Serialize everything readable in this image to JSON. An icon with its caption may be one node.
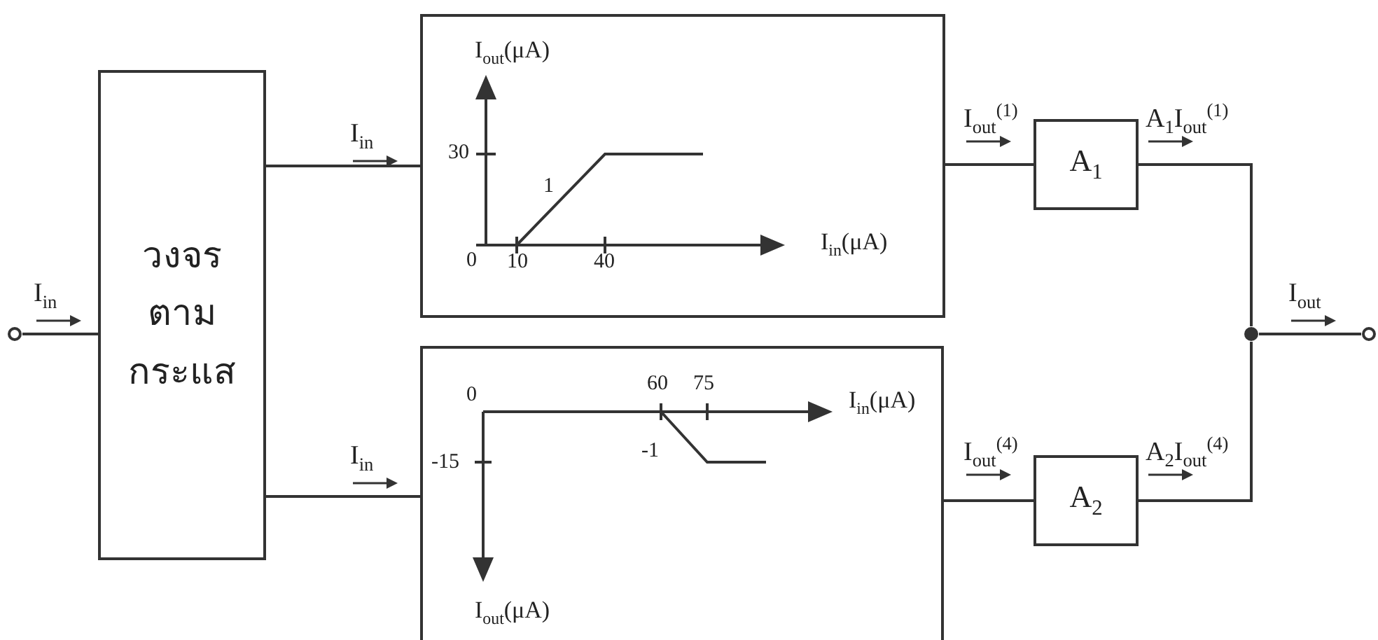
{
  "diagram": {
    "nodes": [
      {
        "text": [],
        "shape": "circle"
      },
      {
        "text": [
          "วงจรตามกระแส"
        ]
      },
      {
        "text": [
          "I$_{out}$(μA)",
          "30",
          "1",
          "0",
          "10",
          "40",
          "I$_{in}$(μA)"
        ]
      },
      {
        "text": [
          "0",
          "60",
          "75",
          "I$_{in}$(μA)",
          "-1",
          "-15",
          "I$_{out}$(μA)"
        ]
      },
      {
        "text": [
          "A$_{1}$"
        ]
      },
      {
        "text": [
          "A$_{2}$"
        ]
      },
      {
        "text": [],
        "shape": "circle"
      },
      {
        "text": [],
        "shape": "circle"
      }
    ],
    "edges": [
      {
        "from": 0,
        "to": 1,
        "arrow": "none",
        "label": "I$_{in}$"
      },
      {
        "from": 1,
        "to": 2,
        "arrow": "none",
        "label": "I$_{in}$"
      },
      {
        "from": 1,
        "to": 3,
        "arrow": "none",
        "label": "I$_{in}$"
      },
      {
        "from": 2,
        "to": 4,
        "arrow": "none",
        "label": "I$_{out}$$^{(1)}$"
      },
      {
        "from": 3,
        "to": 5,
        "arrow": "none",
        "label": "I$_{out}$$^{(4)}$"
      },
      {
        "from": 4,
        "to": 6,
        "arrow": "none",
        "label": "A$_{1}$I$_{out}$$^{(1)}$"
      },
      {
        "from": 5,
        "to": 6,
        "arrow": "none",
        "label": "A$_{2}$I$_{out}$$^{(4)}$"
      },
      {
        "from": 6,
        "to": 7,
        "arrow": "none",
        "label": "I$_{out}$"
      }
    ]
  }
}
